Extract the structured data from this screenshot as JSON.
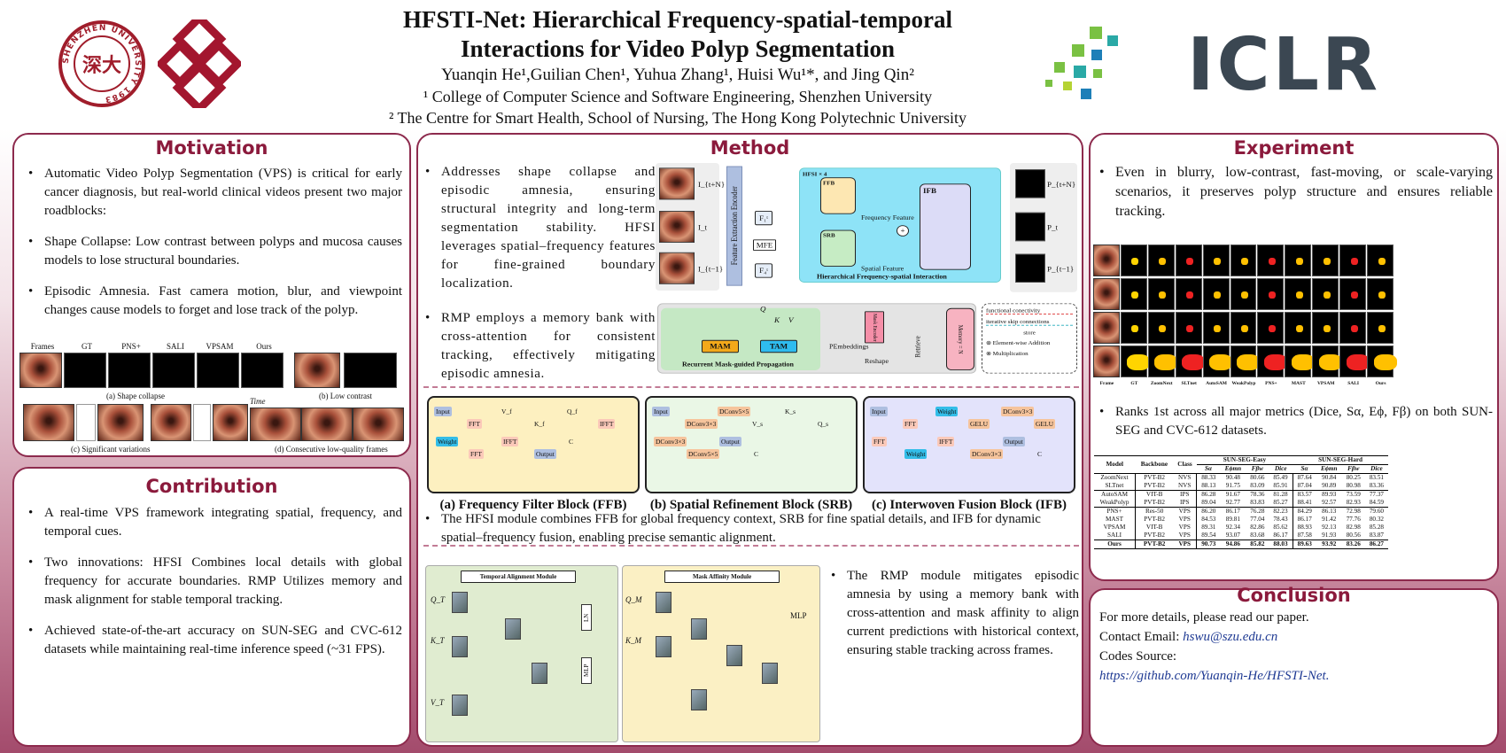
{
  "header": {
    "title_line1": "HFSTI-Net: Hierarchical Frequency-spatial-temporal",
    "title_line2": "Interactions for Video Polyp Segmentation",
    "authors": "Yuanqin He¹,Guilian Chen¹, Yuhua Zhang¹,  Huisi Wu¹*, and Jing Qin²",
    "affil1": "¹ College of Computer Science and Software Engineering, Shenzhen University",
    "affil2": "² The Centre for Smart Health, School of Nursing, The Hong Kong Polytechnic University",
    "szu_logo_text": "SHENZHEN UNIVERSITY 1983",
    "conf_logo": "ICLR"
  },
  "motivation": {
    "title": "Motivation",
    "bullets": [
      "Automatic Video Polyp Segmentation (VPS) is critical for early cancer diagnosis, but real-world clinical videos present two major roadblocks:",
      "Shape Collapse:  Low contrast between polyps and mucosa causes models to lose structural boundaries.",
      "Episodic Amnesia. Fast camera motion, blur, and viewpoint changes cause models to forget and lose track of the polyp."
    ],
    "fig": {
      "cols": [
        "Frames",
        "GT",
        "PNS+",
        "SALI",
        "VPSAM",
        "Ours"
      ],
      "cap_a": "(a) Shape collapse",
      "cap_b": "(b) Low contrast",
      "cap_c": "(c) Significant variations",
      "cap_d": "(d) Consecutive low-quality frames",
      "time": "Time"
    }
  },
  "contribution": {
    "title": "Contribution",
    "bullets": [
      "A real-time VPS framework integrating spatial, frequency, and temporal cues.",
      "Two innovations: HFSI Combines local details with global frequency for accurate boundaries. RMP Utilizes memory and mask alignment for stable temporal tracking.",
      "Achieved state-of-the-art accuracy on SUN-SEG and CVC-612 datasets while maintaining real-time inference speed (~31 FPS)."
    ]
  },
  "method": {
    "title": "Method",
    "bullets_top": [
      "Addresses shape collapse and episodic amnesia, ensuring structural integrity and long-term segmentation stability. HFSI leverages spatial–frequency features for fine-grained boundary localization.",
      "RMP employs a memory bank with cross-attention for consistent tracking, effectively mitigating episodic amnesia."
    ],
    "fig1": {
      "frames": [
        "I_{t+N}",
        "I_t",
        "I_{t−1}"
      ],
      "encoder": "Feature Extraction Encoder",
      "f1": "F₁ᵗ",
      "f4": "F₄ᵗ",
      "mfe": "MFE",
      "hfsi": "HFSI × 4",
      "ffb": "FFB",
      "srb": "SRB",
      "ifb": "IFB",
      "freq": "Frequency Feature",
      "spat": "Spatial Feature",
      "hfsi_title": "Hierarchical Frequency-spatial Interaction",
      "preds": [
        "P_{t+N}",
        "P_t",
        "P_{t−1}"
      ],
      "mam": "MAM",
      "tam": "TAM",
      "rmp_title": "Recurrent Mask-guided Propagation",
      "mask_encoder": "Mask Encoder",
      "pemb": "PEmbeddings",
      "reshape": "Reshape",
      "retrieve": "Retrieve",
      "memory": "Memory = N",
      "q": "Q",
      "k": "K",
      "v": "V",
      "legend": [
        "functional conectivity",
        "iterative skip connections",
        "store",
        "Element-wise Addition",
        "Multiplication"
      ]
    },
    "blocks": [
      {
        "caption": "(a) Frequency Filter Block (FFB)",
        "labels": [
          "Input",
          "FFT",
          "V_f",
          "K_f",
          "Q_f",
          "IFFT",
          "Weight",
          "FFT",
          "IFFT",
          "Output",
          "C"
        ]
      },
      {
        "caption": "(b) Spatial Refinement Block (SRB)",
        "labels": [
          "Input",
          "DConv3×3",
          "DConv5×5",
          "V_s",
          "K_s",
          "Q_s",
          "DConv3×3",
          "DConv5×5",
          "Output",
          "C"
        ]
      },
      {
        "caption": "(c) Interwoven Fusion Block (IFB)",
        "labels": [
          "Input",
          "FFT",
          "Weight",
          "GELU",
          "DConv3×3",
          "GELU",
          "FFT",
          "Weight",
          "IFFT",
          "DConv3×3",
          "Output",
          "C"
        ]
      }
    ],
    "bullet_mid": "The HFSI module combines FFB for global frequency context, SRB for fine spatial details, and IFB for dynamic spatial–frequency fusion, enabling precise semantic alignment.",
    "fig3": {
      "tam": "Temporal Alignment Module",
      "mam": "Mask Affinity Module",
      "qt": "Q_T",
      "kt": "K_T",
      "vt": "V_T",
      "qm": "Q_M",
      "km": "K_M",
      "ln": "LN",
      "mlp": "MLP",
      "mlp2": "MLP"
    },
    "bullet_bottom": "The RMP module mitigates episodic amnesia by using a memory bank with cross-attention and mask affinity to align current predictions with historical context, ensuring stable tracking across frames."
  },
  "experiment": {
    "title": "Experiment",
    "bullet1": "Even in blurry, low-contrast, fast-moving, or scale-varying scenarios, it preserves polyp structure and ensures reliable tracking.",
    "grid_labels": [
      "Frame",
      "GT",
      "ZoomNext",
      "SLTnet",
      "AutoSAM",
      "WeakPolyp",
      "PNS+",
      "MAST",
      "VPSAM",
      "SALI",
      "Ours"
    ],
    "bullet2": "Ranks 1st across all major metrics (Dice, Sα, Eϕ, Fβ) on both SUN-SEG and CVC-612 datasets.",
    "table": {
      "h1": [
        "Model",
        "Backbone",
        "Class",
        "SUN-SEG-Easy",
        "SUN-SEG-Hard"
      ],
      "h2": [
        "Sα",
        "Eϕmn",
        "Fβw",
        "Dice",
        "Sα",
        "Eϕmn",
        "Fβw",
        "Dice"
      ],
      "groups": [
        [
          [
            "ZoomNext",
            "PVT-B2",
            "NVS",
            "88.33",
            "90.48",
            "80.66",
            "85.49",
            "87.64",
            "90.84",
            "80.25",
            "83.51"
          ],
          [
            "SLTnet",
            "PVT-B2",
            "NVS",
            "88.13",
            "91.75",
            "83.09",
            "85.91",
            "87.04",
            "90.89",
            "80.98",
            "83.36"
          ]
        ],
        [
          [
            "AutoSAM",
            "VIT-B",
            "IPS",
            "86.28",
            "91.67",
            "78.36",
            "81.28",
            "83.57",
            "89.93",
            "73.59",
            "77.37"
          ],
          [
            "WeakPolyp",
            "PVT-B2",
            "IPS",
            "89.04",
            "92.77",
            "83.83",
            "85.27",
            "88.41",
            "92.57",
            "82.93",
            "84.59"
          ]
        ],
        [
          [
            "PNS+",
            "Res-50",
            "VPS",
            "86.20",
            "86.17",
            "76.28",
            "82.23",
            "84.29",
            "86.13",
            "72.98",
            "79.60"
          ],
          [
            "MAST",
            "PVT-B2",
            "VPS",
            "84.53",
            "89.81",
            "77.04",
            "78.43",
            "86.17",
            "91.42",
            "77.76",
            "80.32"
          ],
          [
            "VPSAM",
            "VIT-B",
            "VPS",
            "89.31",
            "92.34",
            "82.86",
            "85.62",
            "88.93",
            "92.13",
            "82.98",
            "85.28"
          ],
          [
            "SALI",
            "PVT-B2",
            "VPS",
            "89.54",
            "93.07",
            "83.68",
            "86.17",
            "87.58",
            "91.93",
            "80.56",
            "83.87"
          ]
        ]
      ],
      "ours": [
        "Ours",
        "PVT-B2",
        "VPS",
        "90.73",
        "94.86",
        "85.82",
        "88.03",
        "89.63",
        "93.92",
        "83.26",
        "86.27"
      ]
    }
  },
  "conclusion": {
    "title": "Conclusion",
    "line1": "For more details, please read our paper.",
    "email_label": "Contact Email: ",
    "email": "hswu@szu.edu.cn",
    "code_label": "Codes Source:",
    "code_url": "https://github.com/Yuanqin-He/HFSTI-Net."
  },
  "colors": {
    "accent": "#8b1a3c",
    "border": "#8d2a4d",
    "hfsi_bg": "#8ee3f7",
    "rmp_bg": "#c5e8c4"
  }
}
